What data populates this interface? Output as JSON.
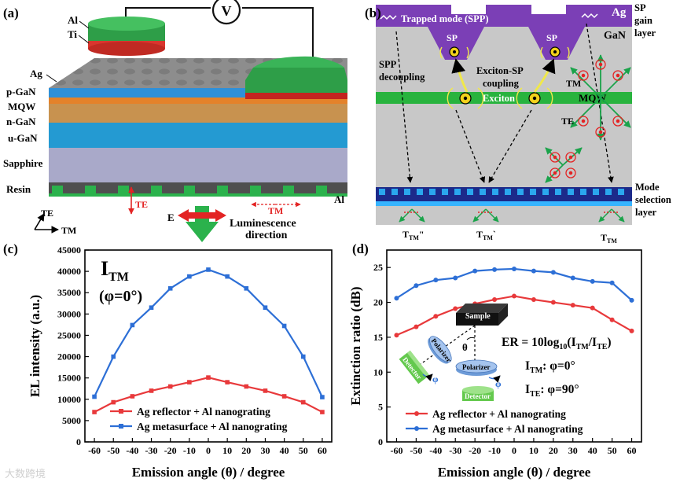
{
  "panel_a": {
    "letter": "(a)",
    "voltmeter": "V",
    "labels": {
      "al": "Al",
      "ti": "Ti",
      "ag": "Ag",
      "pgan": "p-GaN",
      "mqw": "MQW",
      "ngan": "n-GaN",
      "ugan": "u-GaN",
      "sapphire": "Sapphire",
      "resin": "Resin",
      "al_right": "Al",
      "te_small": "TE",
      "tm_small": "TM",
      "axis_te": "TE",
      "axis_tm": "TM",
      "e": "E",
      "lum1": "Luminescence",
      "lum2": "direction"
    }
  },
  "panel_b": {
    "letter": "(b)",
    "labels": {
      "trapped": "Trapped mode (SPP)",
      "ag": "Ag",
      "gan": "GaN",
      "sp_gain1": "SP",
      "sp_gain2": "gain",
      "sp_gain3": "layer",
      "sp_left": "SP",
      "sp_right": "SP",
      "spp1": "SPP",
      "spp2": "decoupling",
      "exsp1": "Exciton-SP",
      "exsp2": "coupling",
      "exciton": "Exciton",
      "tm": "TM",
      "te": "TE",
      "mqw": "MQW",
      "mode1": "Mode",
      "mode2": "selection",
      "mode3": "layer",
      "ttm_a": "T",
      "ttm_a_sub": "TM",
      "ttm_a_mark": "\"",
      "ttm_b": "T",
      "ttm_b_sub": "TM",
      "ttm_b_mark": "`",
      "ttm_c": "T",
      "ttm_c_sub": "TM"
    }
  },
  "panel_c": {
    "letter": "(c)",
    "annotation_main": "I",
    "annotation_sub": "TM",
    "annotation_phi": "(φ=0°)"
  },
  "panel_d": {
    "letter": "(d)",
    "inset": {
      "sample": "Sample",
      "polarizer_a": "Polarizer",
      "polarizer_b": "Polarizer",
      "detector_a": "Detector",
      "detector_b": "Detector",
      "theta": "θ",
      "phi_a": "φ",
      "phi_b": "φ",
      "er_eq_pre": "ER = 10log",
      "er_eq_sub": "10",
      "er_eq_mid": "(I",
      "er_eq_tm": "TM",
      "er_eq_slash": "/I",
      "er_eq_te": "TE",
      "er_eq_end": ")",
      "itm_pre": "I",
      "itm_sub": "TM",
      "itm_val": ": φ=0°",
      "ite_pre": "I",
      "ite_sub": "TE",
      "ite_val": ": φ=90°"
    }
  },
  "watermark": "大数跨境",
  "colors": {
    "red": "#e8393b",
    "blue": "#2d6fd6",
    "green": "#28a745",
    "purple": "#7b3fb6"
  },
  "chart_data": [
    {
      "type": "line",
      "panel": "c",
      "xlabel": "Emission angle (θ) / degree",
      "ylabel": "EL intensity (a.u.)",
      "xlim": [
        -65,
        65
      ],
      "ylim": [
        0,
        45000
      ],
      "x_ticks": [
        -60,
        -50,
        -40,
        -30,
        -20,
        -10,
        0,
        10,
        20,
        30,
        40,
        50,
        60
      ],
      "y_ticks": [
        0,
        5000,
        10000,
        15000,
        20000,
        25000,
        30000,
        35000,
        40000,
        45000
      ],
      "x": [
        -60,
        -50,
        -40,
        -30,
        -20,
        -10,
        0,
        10,
        20,
        30,
        40,
        50,
        60
      ],
      "series": [
        {
          "name": "Ag reflector + Al nanograting",
          "color": "#e8393b",
          "values": [
            7000,
            9300,
            10700,
            12000,
            13000,
            14000,
            15100,
            14000,
            13000,
            12000,
            10700,
            9300,
            7000
          ]
        },
        {
          "name": "Ag metasurface + Al nanograting",
          "color": "#2d6fd6",
          "values": [
            10600,
            20000,
            27400,
            31500,
            36000,
            38800,
            40400,
            38800,
            36000,
            31500,
            27200,
            20000,
            10500
          ]
        }
      ],
      "legend": "bottom-center",
      "grid": false
    },
    {
      "type": "line",
      "panel": "d",
      "xlabel": "Emission angle (θ) / degree",
      "ylabel": "Extinction ratio (dB)",
      "xlim": [
        -65,
        65
      ],
      "ylim": [
        0,
        27.5
      ],
      "x_ticks": [
        -60,
        -50,
        -40,
        -30,
        -20,
        -10,
        0,
        10,
        20,
        30,
        40,
        50,
        60
      ],
      "y_ticks": [
        0,
        5,
        10,
        15,
        20,
        25
      ],
      "x": [
        -60,
        -50,
        -40,
        -30,
        -20,
        -10,
        0,
        10,
        20,
        30,
        40,
        50,
        60
      ],
      "series": [
        {
          "name": "Ag reflector + Al nanograting",
          "color": "#e8393b",
          "values": [
            15.3,
            16.5,
            18.0,
            19.1,
            19.8,
            20.4,
            20.9,
            20.4,
            20.0,
            19.6,
            19.2,
            17.5,
            15.9
          ]
        },
        {
          "name": "Ag metasurface + Al nanograting",
          "color": "#2d6fd6",
          "values": [
            20.6,
            22.4,
            23.2,
            23.5,
            24.5,
            24.7,
            24.8,
            24.5,
            24.3,
            23.5,
            23.0,
            22.8,
            20.3
          ]
        }
      ],
      "legend": "bottom-center",
      "grid": false
    }
  ]
}
